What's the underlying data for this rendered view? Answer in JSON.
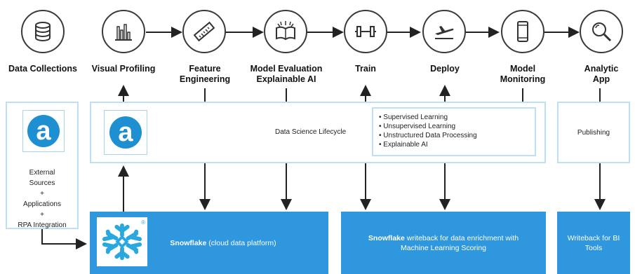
{
  "steps": [
    {
      "label": "Data Collections",
      "icon": "database-icon"
    },
    {
      "label": "Visual Profiling",
      "icon": "bar-chart-icon"
    },
    {
      "label": "Feature\nEngineering",
      "icon": "ruler-icon"
    },
    {
      "label": "Model Evaluation\nExplainable AI",
      "icon": "open-book-icon"
    },
    {
      "label": "Train",
      "icon": "dumbbell-icon"
    },
    {
      "label": "Deploy",
      "icon": "airplane-icon"
    },
    {
      "label": "Model\nMonitoring",
      "icon": "mobile-phone-icon"
    },
    {
      "label": "Analytic\nApp",
      "icon": "magnifier-icon"
    }
  ],
  "left_panel": {
    "logo": "alteryx-logo",
    "logo_letter": "a",
    "lines": [
      "External",
      "Sources",
      "+",
      "Applications",
      "+",
      "RPA Integration"
    ]
  },
  "lifecycle_panel": {
    "logo": "alteryx-logo",
    "logo_letter": "a",
    "label": "Data Science Lifecycle",
    "bullets": [
      "Supervised Learning",
      "Unsupervised Learning",
      "Unstructured Data Processing",
      "Explainable AI"
    ]
  },
  "publishing_panel": {
    "label": "Publishing"
  },
  "snowflake_platform": {
    "name": "Snowflake",
    "rest": " (cloud data platform)",
    "registered": "®"
  },
  "snowflake_writeback": {
    "name": "Snowflake",
    "rest": " writeback for data enrichment with Machine Learning Scoring"
  },
  "bi_writeback": {
    "label": "Writeback for BI Tools"
  },
  "colors": {
    "blue": "#2f97dd",
    "light_border": "#bfe0f2",
    "arrow": "#222222"
  }
}
